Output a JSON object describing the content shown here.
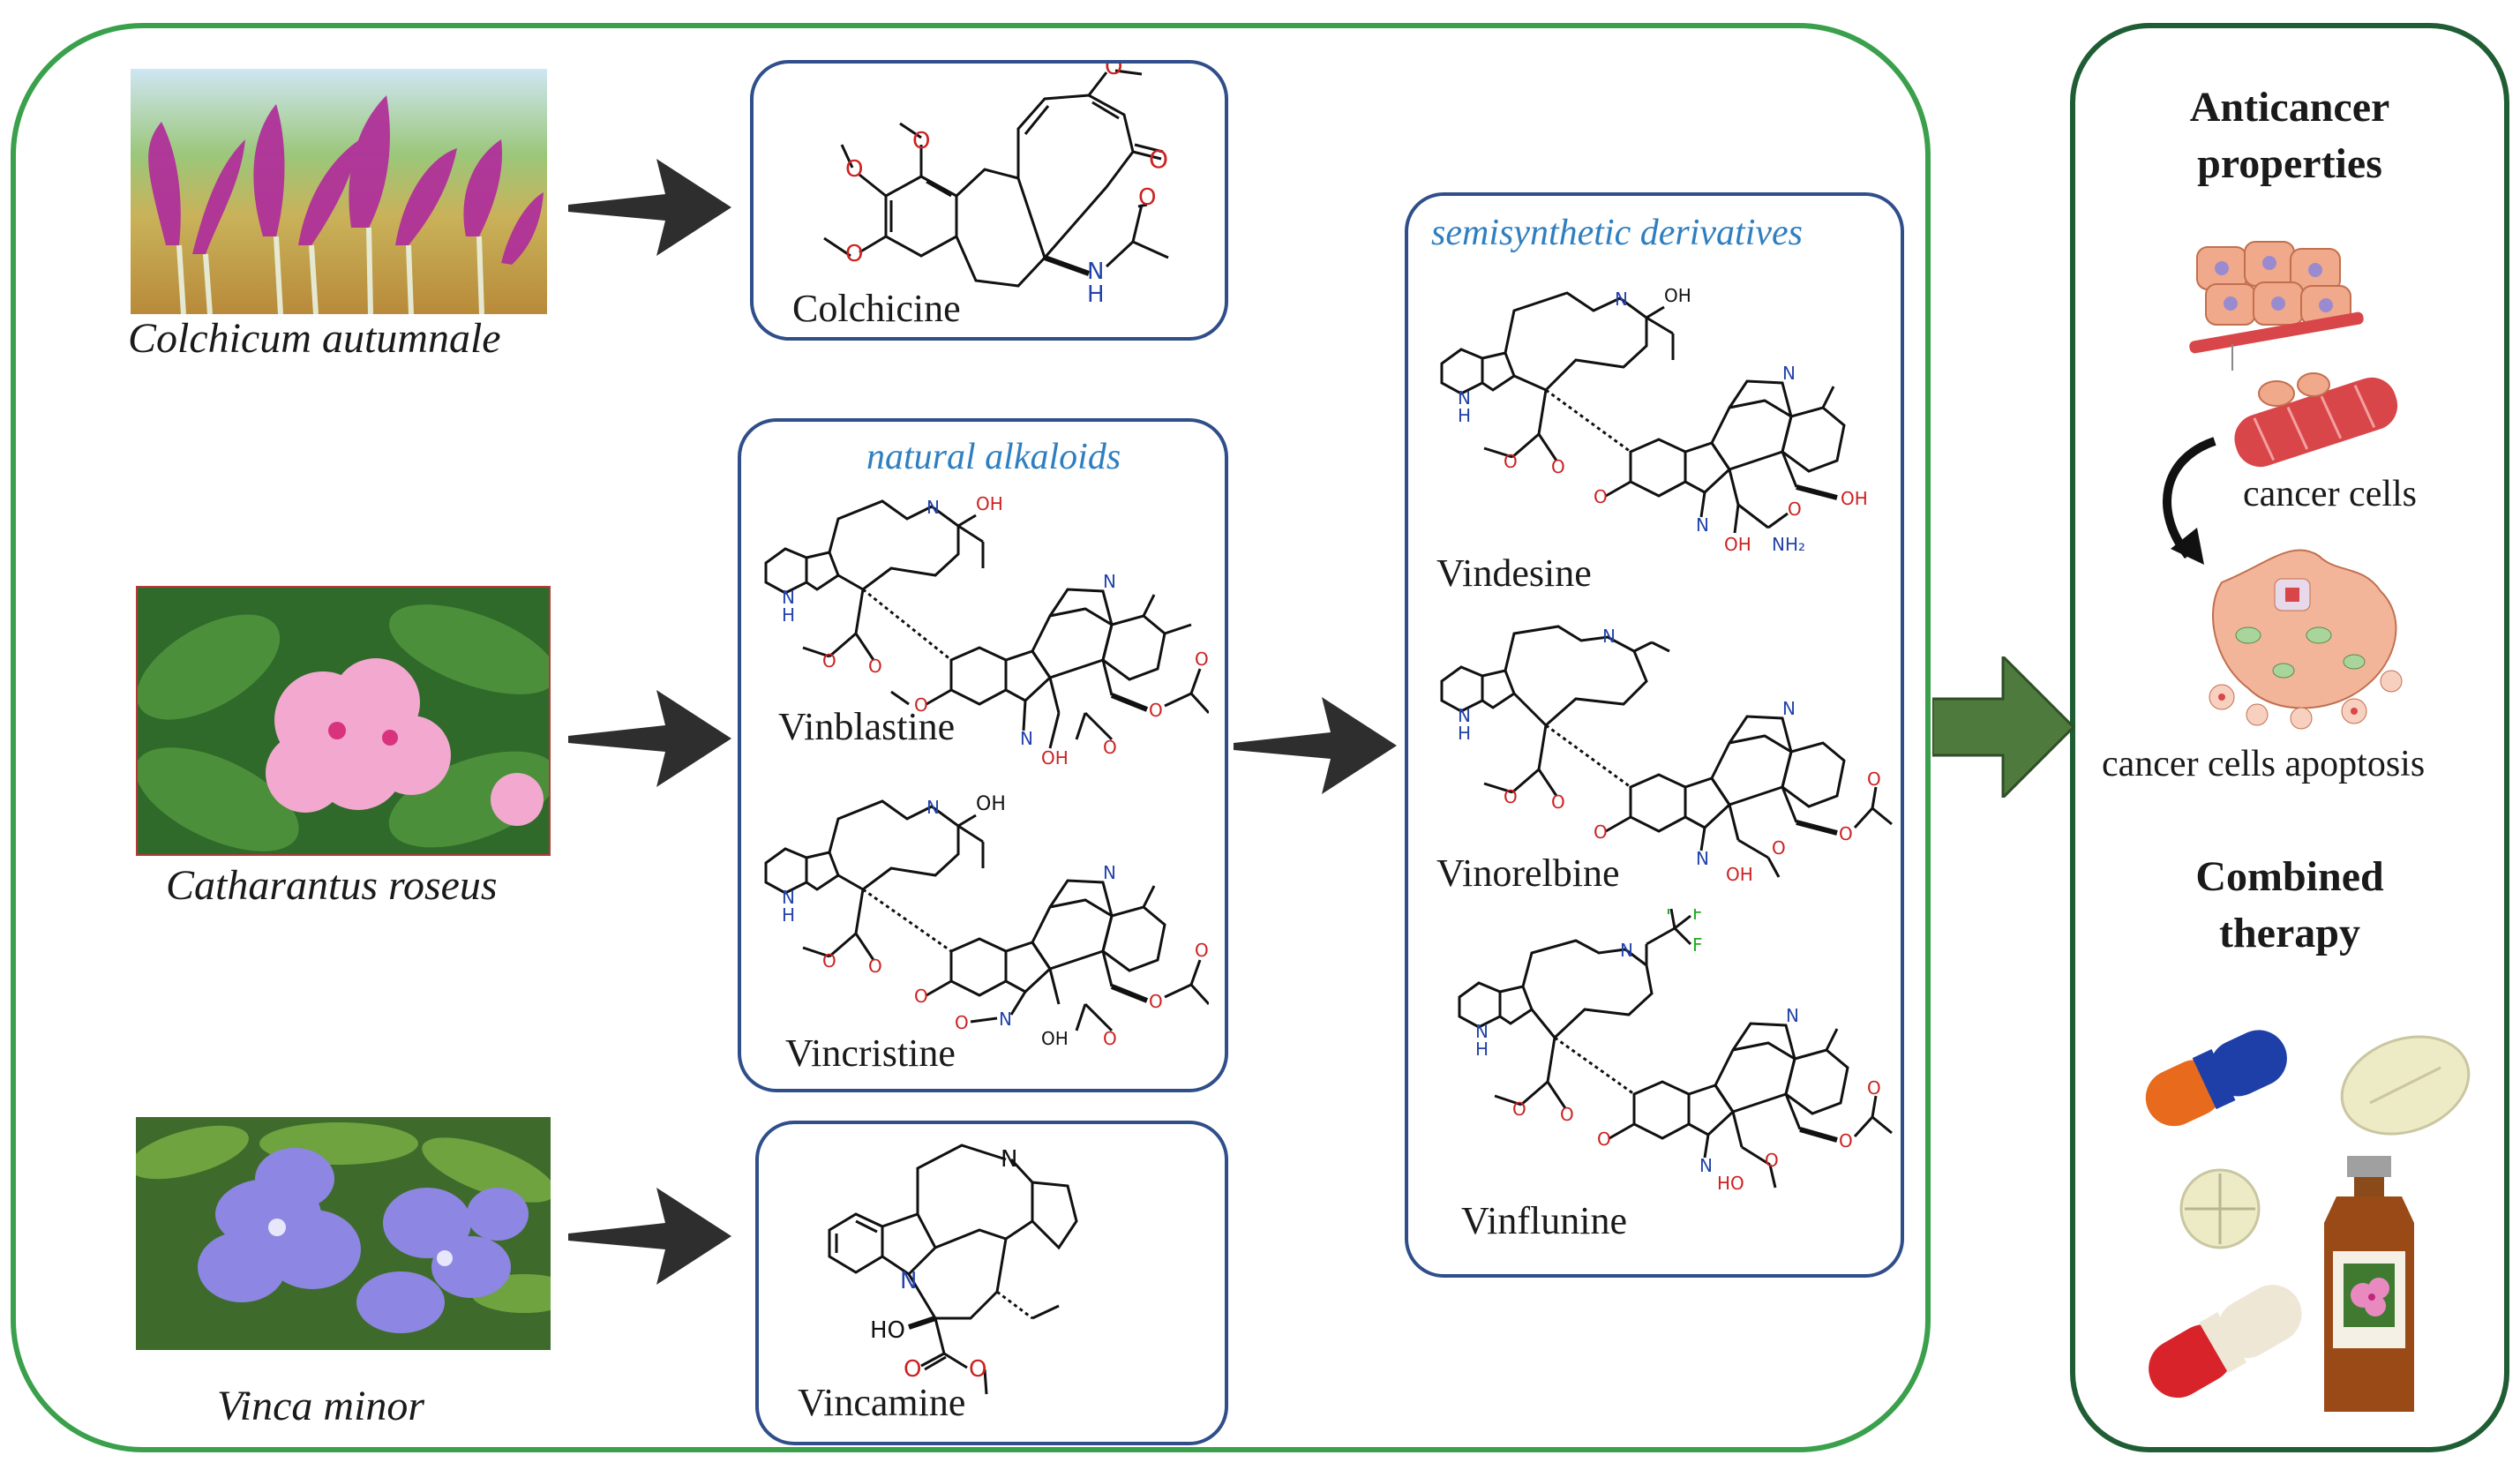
{
  "plants": {
    "colchicum": "Colchicum autumnale",
    "catharanthus": "Catharantus roseus",
    "vinca": "Vinca minor"
  },
  "groups": {
    "natural": "natural alkaloids",
    "semisynthetic": "semisynthetic derivatives"
  },
  "compounds": {
    "colchicine": "Colchicine",
    "vinblastine": "Vinblastine",
    "vincristine": "Vincristine",
    "vincamine": "Vincamine",
    "vindesine": "Vindesine",
    "vinorelbine": "Vinorelbine",
    "vinflunine": "Vinflunine"
  },
  "right_panel": {
    "heading1": "Anticancer properties",
    "heading1_line1": "Anticancer",
    "heading1_line2": "properties",
    "caption1": "cancer cells",
    "caption2": "cancer cells apoptosis",
    "heading2_line1": "Combined",
    "heading2_line2": "therapy"
  },
  "atom_labels": {
    "O": "O",
    "N": "N",
    "NH": "N",
    "H": "H",
    "OH": "OH",
    "HO": "HO",
    "NH2": "NH₂",
    "F": "F"
  },
  "colors": {
    "main_border": "#3aa04c",
    "right_border": "#1f5d34",
    "box_border": "#2f4e8a",
    "group_title": "#2f7fc0",
    "arrow_dark": "#2e2e2e",
    "arrow_green": "#4f7a3e",
    "oxygen": "#cc2222",
    "nitrogen": "#2244aa"
  }
}
